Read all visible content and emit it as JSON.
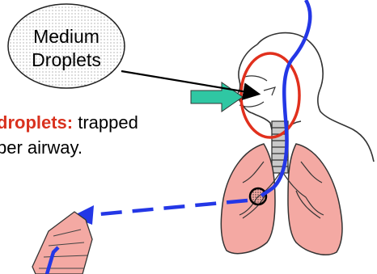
{
  "bubble": {
    "line1": "Medium",
    "line2": "Droplets"
  },
  "caption": {
    "emphasis": "droplets:",
    "rest": " trapped",
    "line2": "per airway."
  },
  "colors": {
    "emphasis": "#d9321f",
    "lung_fill": "#f4a9a3",
    "airflow_path": "#2437e6",
    "highlight_ring": "#e1301d",
    "inlet_arrow": "#2fc7a3"
  }
}
